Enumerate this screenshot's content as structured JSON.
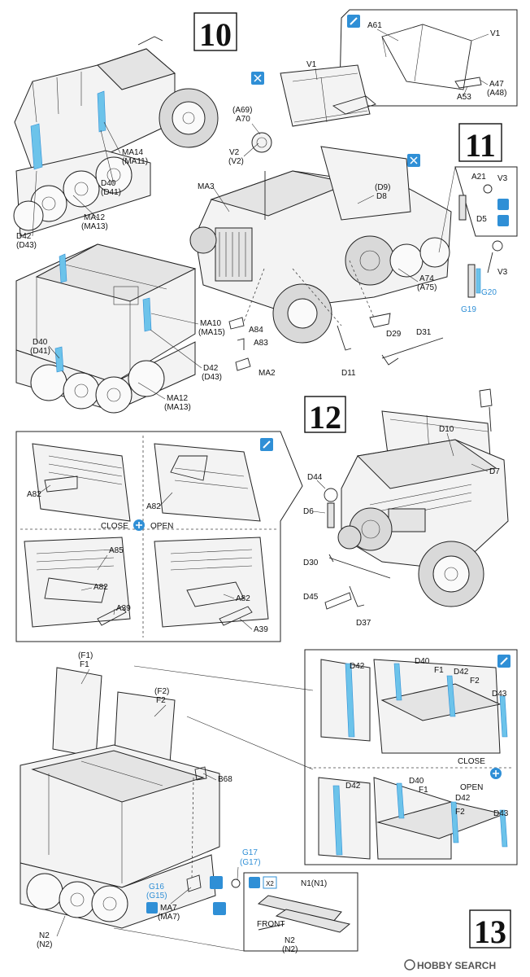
{
  "steps": {
    "s10": "10",
    "s11": "11",
    "s12": "12",
    "s13": "13"
  },
  "labels": {
    "a61": "A61",
    "v1_inset": "V1",
    "a47": "A47",
    "a48": "(A48)",
    "a53": "A53",
    "v1": "V1",
    "a69": "(A69)",
    "a70": "A70",
    "v2": "V2",
    "v2b": "(V2)",
    "ma3": "MA3",
    "d9": "(D9)",
    "d8": "D8",
    "a21": "A21",
    "v3_top": "V3",
    "d5": "D5",
    "v3_bot": "V3",
    "g20": "G20",
    "g19": "G19",
    "a74": "A74",
    "a75": "(A75)",
    "ma14": "MA14",
    "ma11": "(MA11)",
    "d40_top": "D40",
    "d41_top": "(D41)",
    "d42_top": "D42",
    "d43_top": "(D43)",
    "ma12_top": "MA12",
    "ma13_top": "(MA13)",
    "ma10": "MA10",
    "ma15": "(MA15)",
    "d40_mid": "D40",
    "d41_mid": "(D41)",
    "d42_mid": "D42",
    "d43_mid": "(D43)",
    "ma12_mid": "MA12",
    "ma13_mid": "(MA13)",
    "a84": "A84",
    "a83": "A83",
    "ma2": "MA2",
    "d11": "D11",
    "d29": "D29",
    "d31": "D31",
    "a82_1": "A82",
    "a82_2": "A82",
    "close1": "CLOSE",
    "open1": "OPEN",
    "a85": "A85",
    "a82_3": "A82",
    "a39_1": "A39",
    "a82_4": "A82",
    "a39_2": "A39",
    "d10": "D10",
    "d7": "D7",
    "d44": "D44",
    "d6": "D6",
    "d30": "D30",
    "d45": "D45",
    "d37": "D37",
    "f1b": "(F1)",
    "f1": "F1",
    "f2b": "(F2)",
    "f2": "F2",
    "b68": "B68",
    "g17": "G17",
    "g17b": "(G17)",
    "g16": "G16",
    "g15": "(G15)",
    "ma7": "MA7",
    "ma7b": "(MA7)",
    "n2": "N2",
    "n2b": "(N2)",
    "n1": "N1(N1)",
    "n2_inset": "N2",
    "n2b_inset": "(N2)",
    "front": "FRONT",
    "d42_r1": "D42",
    "d40_r1": "D40",
    "f1_r1": "F1",
    "d42_r1b": "D42",
    "f2_r1": "F2",
    "d43_r1": "D43",
    "close2": "CLOSE",
    "open2": "OPEN",
    "d42_r2": "D42",
    "d40_r2": "D40",
    "f1_r2": "F1",
    "d42_r2b": "D42",
    "f2_r2": "F2",
    "d43_r2": "D43",
    "x2": "X2"
  },
  "watermark": {
    "text": "HOBBY SEARCH"
  },
  "colors": {
    "accent_blue": "#2f8fd6",
    "part_blue": "#6cc3ea"
  }
}
